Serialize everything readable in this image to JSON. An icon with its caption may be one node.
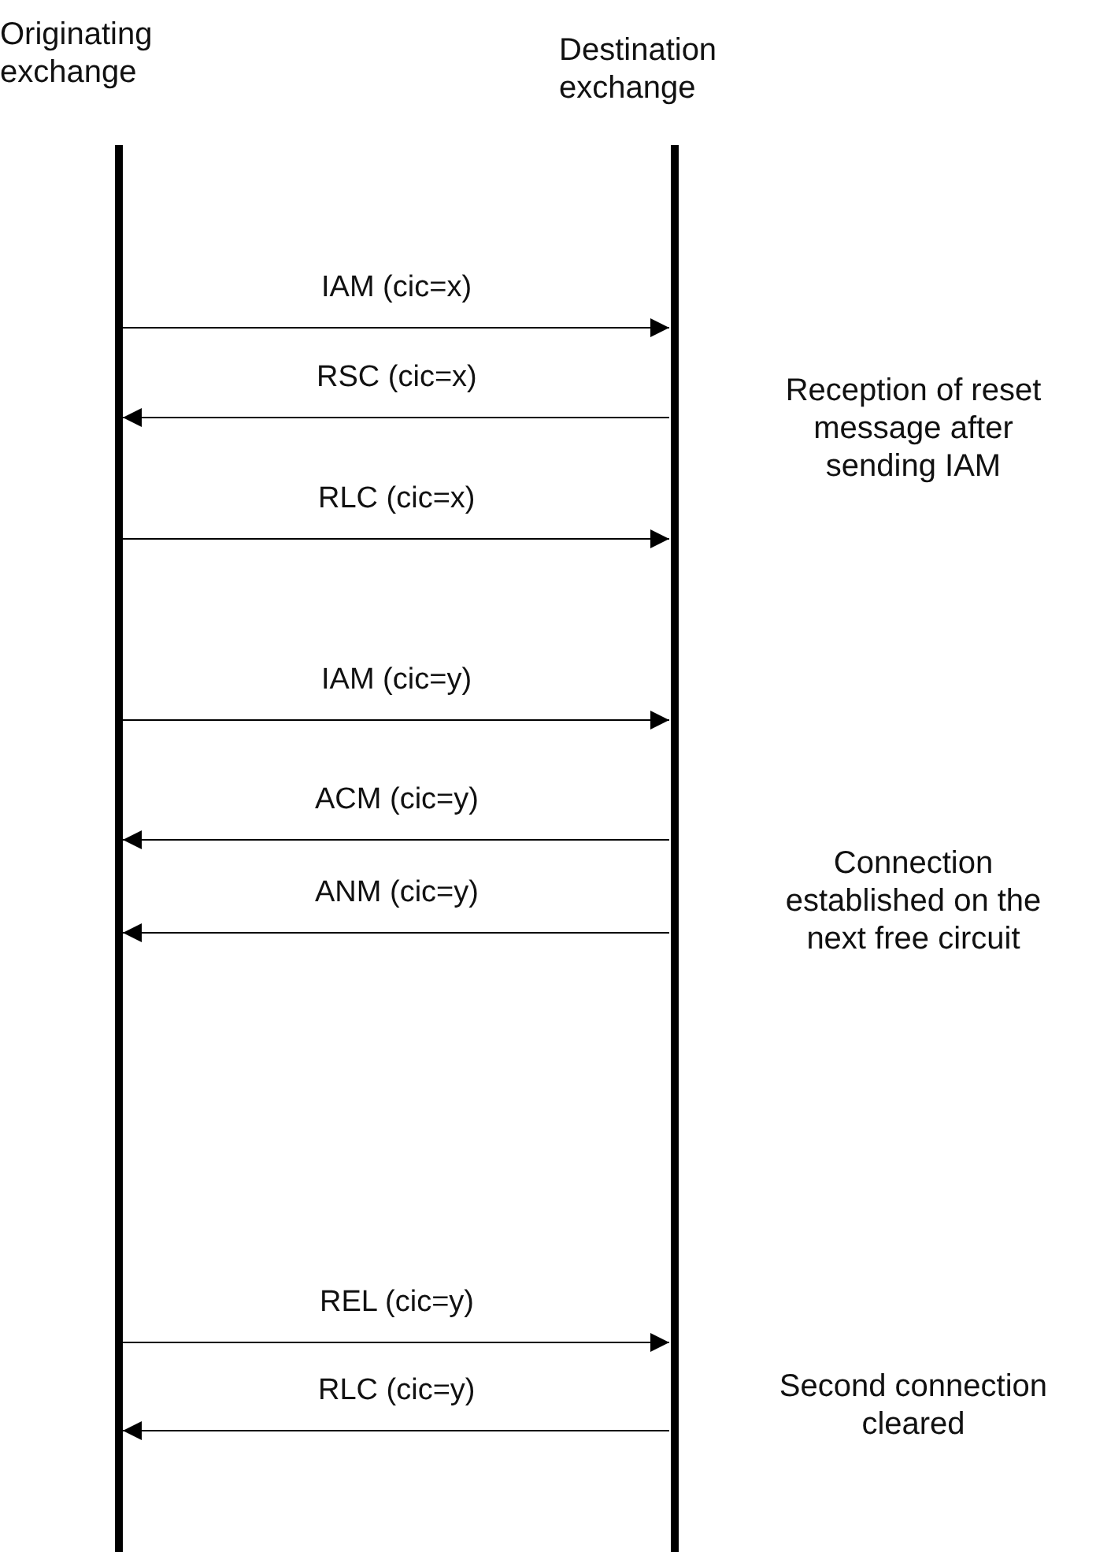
{
  "diagram": {
    "nodes": [
      {
        "text": [
          "Originating exchange"
        ]
      },
      {
        "text": [
          "Destination exchange"
        ]
      }
    ],
    "edges": [
      {
        "from": 0,
        "to": 1,
        "arrow": "to",
        "label": "IAM (cic=x)"
      },
      {
        "from": 1,
        "to": 0,
        "arrow": "to",
        "label": "RSC (cic=x)"
      },
      {
        "from": 0,
        "to": 1,
        "arrow": "to",
        "label": "RLC (cic=x)"
      },
      {
        "from": 0,
        "to": 1,
        "arrow": "to",
        "label": "IAM (cic=y)"
      },
      {
        "from": 1,
        "to": 0,
        "arrow": "to",
        "label": "ACM (cic=y)"
      },
      {
        "from": 1,
        "to": 0,
        "arrow": "to",
        "label": "ANM (cic=y)"
      },
      {
        "from": 0,
        "to": 1,
        "arrow": "to",
        "label": "REL (cic=y)"
      },
      {
        "from": 1,
        "to": 0,
        "arrow": "to",
        "label": "RLC (cic=y)"
      }
    ],
    "labels": [
      "Reception of reset message after sending IAM",
      "Connection established on the next free circuit",
      "Second connection cleared"
    ]
  }
}
